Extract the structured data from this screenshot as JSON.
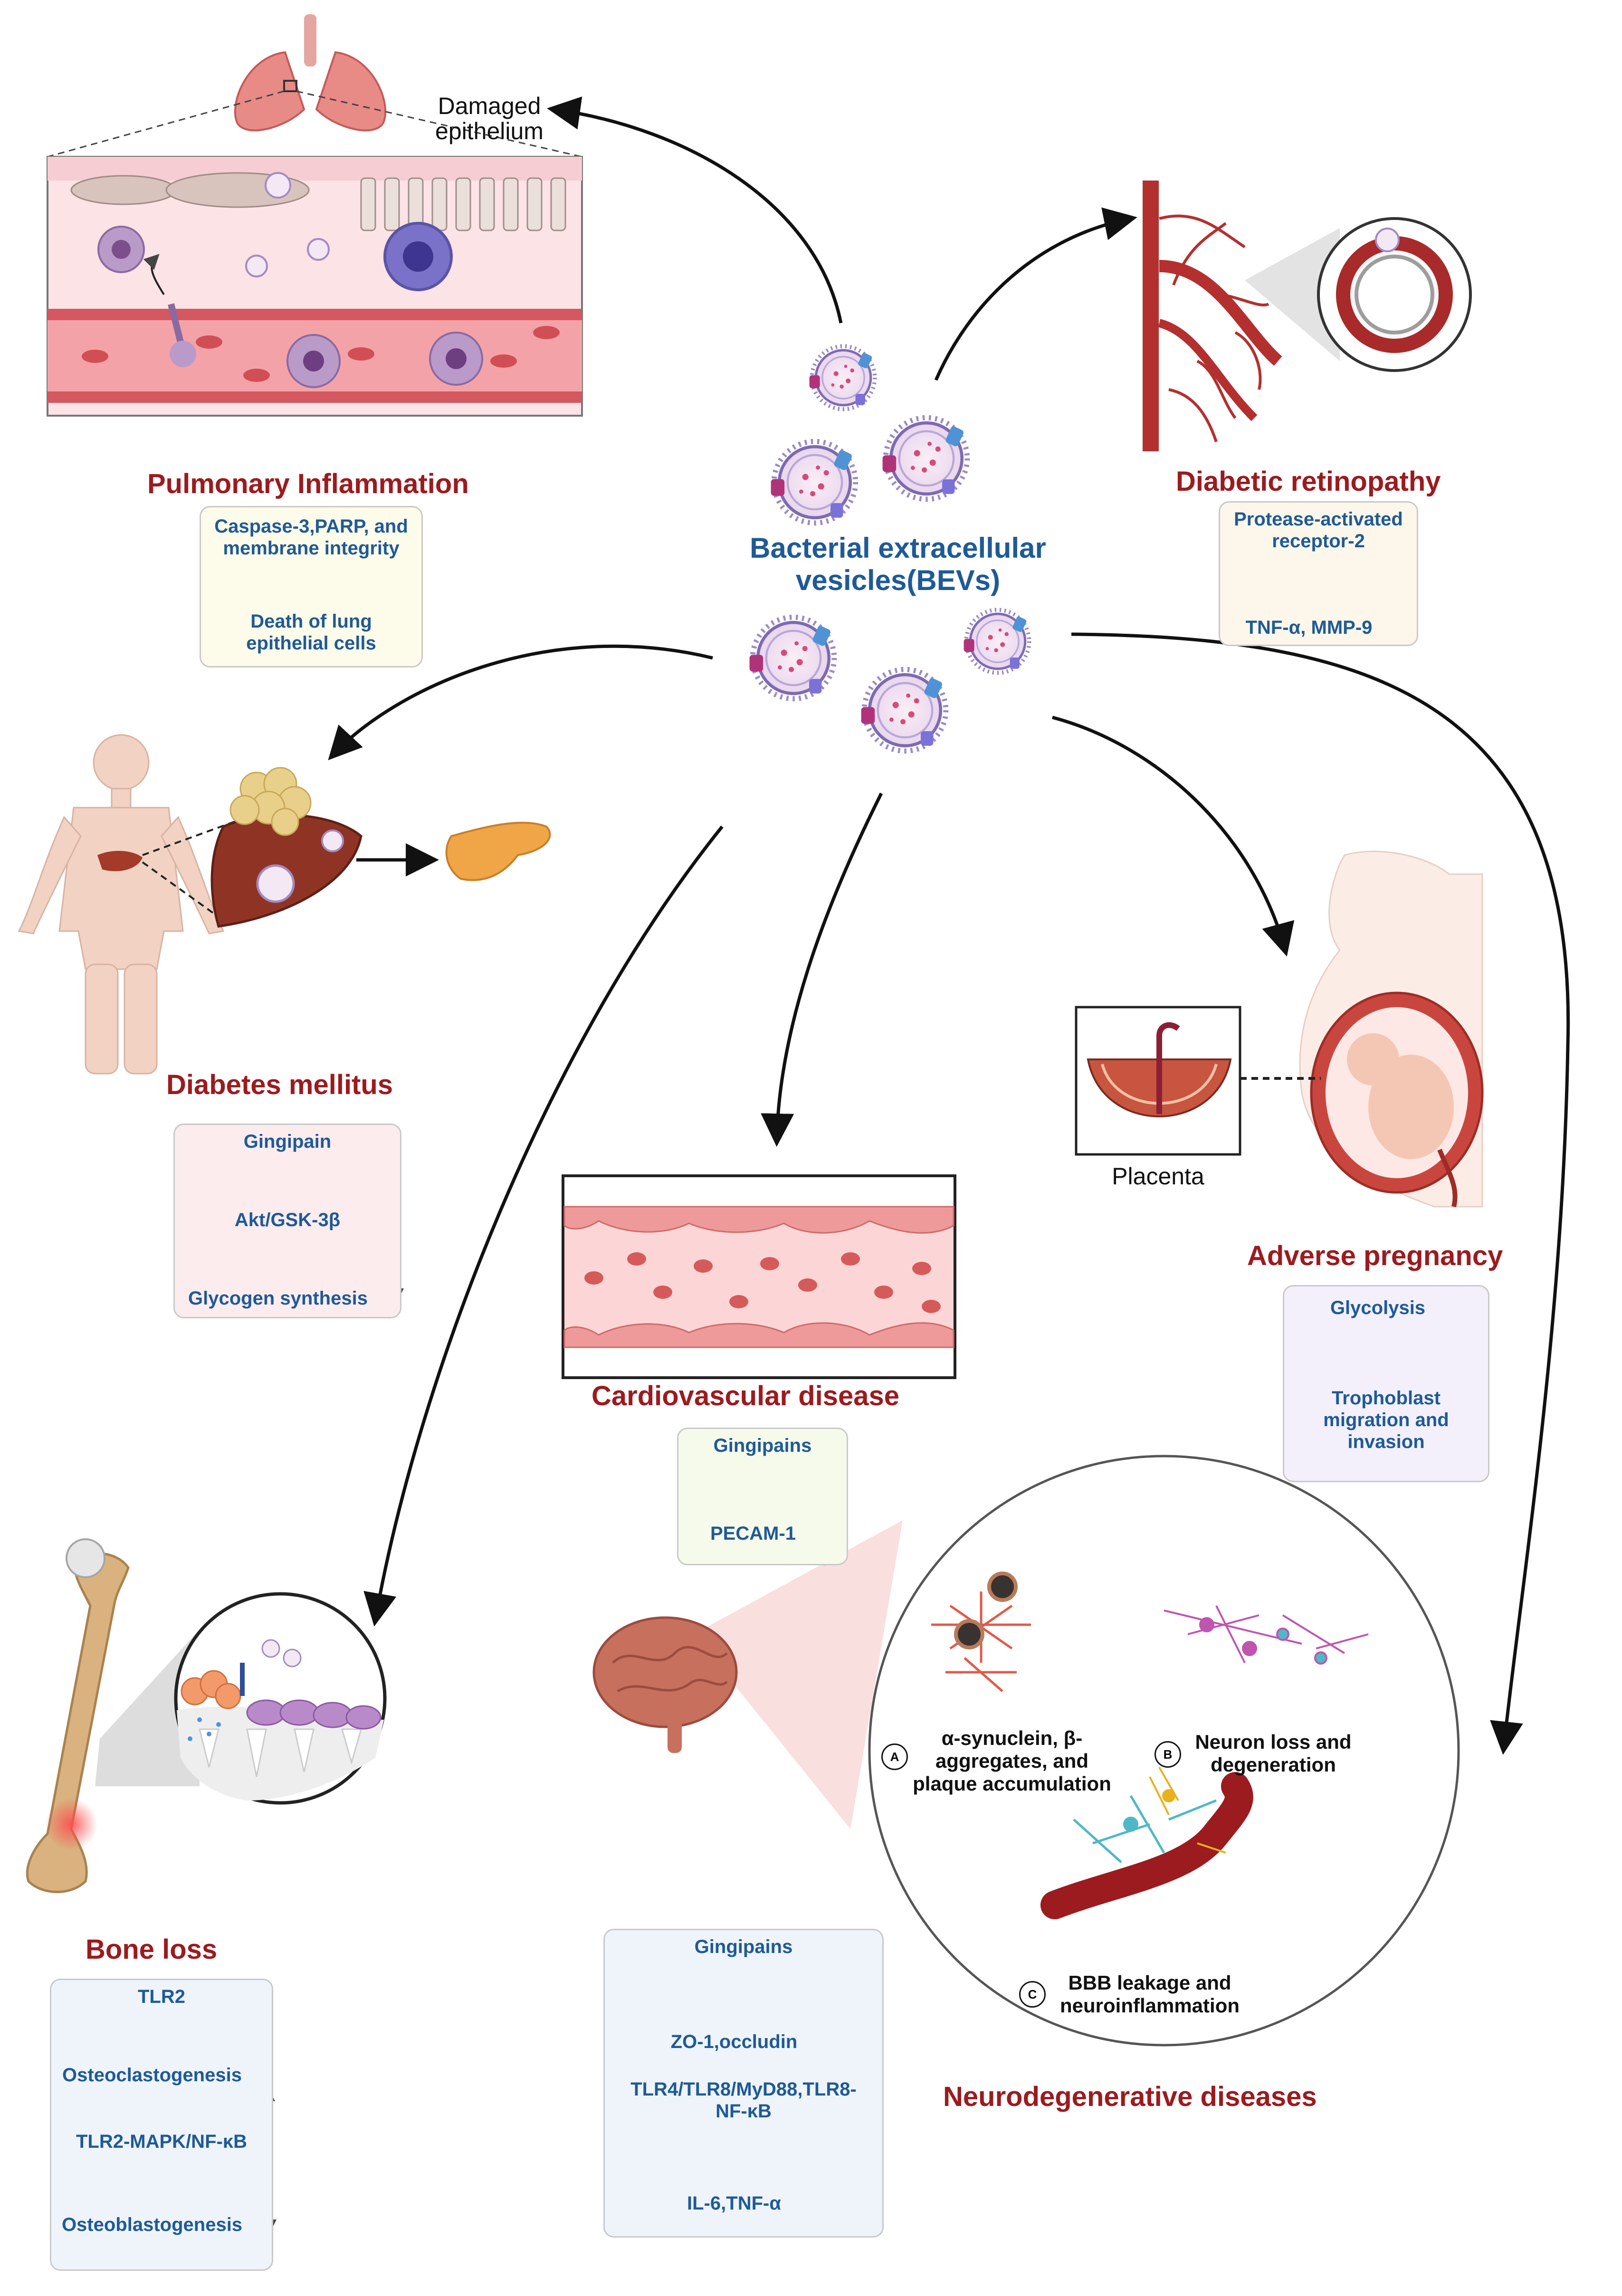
{
  "hub": {
    "title": "Bacterial extracellular vesicles(BEVs)"
  },
  "pulmonary": {
    "label_line1": "Damaged",
    "label_line2": "epithelium",
    "title": "Pulmonary Inflammation",
    "box": [
      "Caspase-3,PARP, and",
      "membrane integrity",
      "Death of lung",
      "epithelial cells"
    ]
  },
  "retinopathy": {
    "title": "Diabetic retinopathy",
    "box": [
      "Protease-activated",
      "receptor-2",
      "TNF-α, MMP-9"
    ]
  },
  "diabetes": {
    "title": "Diabetes mellitus",
    "box": [
      "Gingipain",
      "Akt/GSK-3β",
      "Glycogen synthesis"
    ]
  },
  "pregnancy": {
    "placenta_label": "Placenta",
    "title": "Adverse pregnancy",
    "box": [
      "Glycolysis",
      "Trophoblast",
      "migration and",
      "invasion"
    ]
  },
  "cardio": {
    "title": "Cardiovascular disease",
    "box": [
      "Gingipains",
      "PECAM-1"
    ]
  },
  "bone": {
    "title": "Bone loss",
    "box": [
      "TLR2",
      "Osteoclastogenesis",
      "TLR2-MAPK/NF-κB",
      "Osteoblastogenesis"
    ]
  },
  "neuro": {
    "title": "Neurodegenerative diseases",
    "markers": [
      "A",
      "B",
      "C"
    ],
    "caption_a": [
      "α-synuclein, β-",
      "aggregates, and",
      "plaque accumulation"
    ],
    "caption_b": [
      "Neuron loss and",
      "degeneration"
    ],
    "caption_c": [
      "BBB leakage and",
      "neuroinflammation"
    ],
    "box": [
      "Gingipains",
      "ZO-1,occludin",
      "TLR4/TLR8/MyD88,TLR8-",
      "NF-κB",
      "IL-6,TNF-α"
    ]
  },
  "colors": {
    "title_red": "#9b1b1f",
    "text_blue": "#1f5a96",
    "arrow_up": "#8e2a5c",
    "arrow_down": "#e6b21d",
    "vessel_red": "#b3302f"
  }
}
